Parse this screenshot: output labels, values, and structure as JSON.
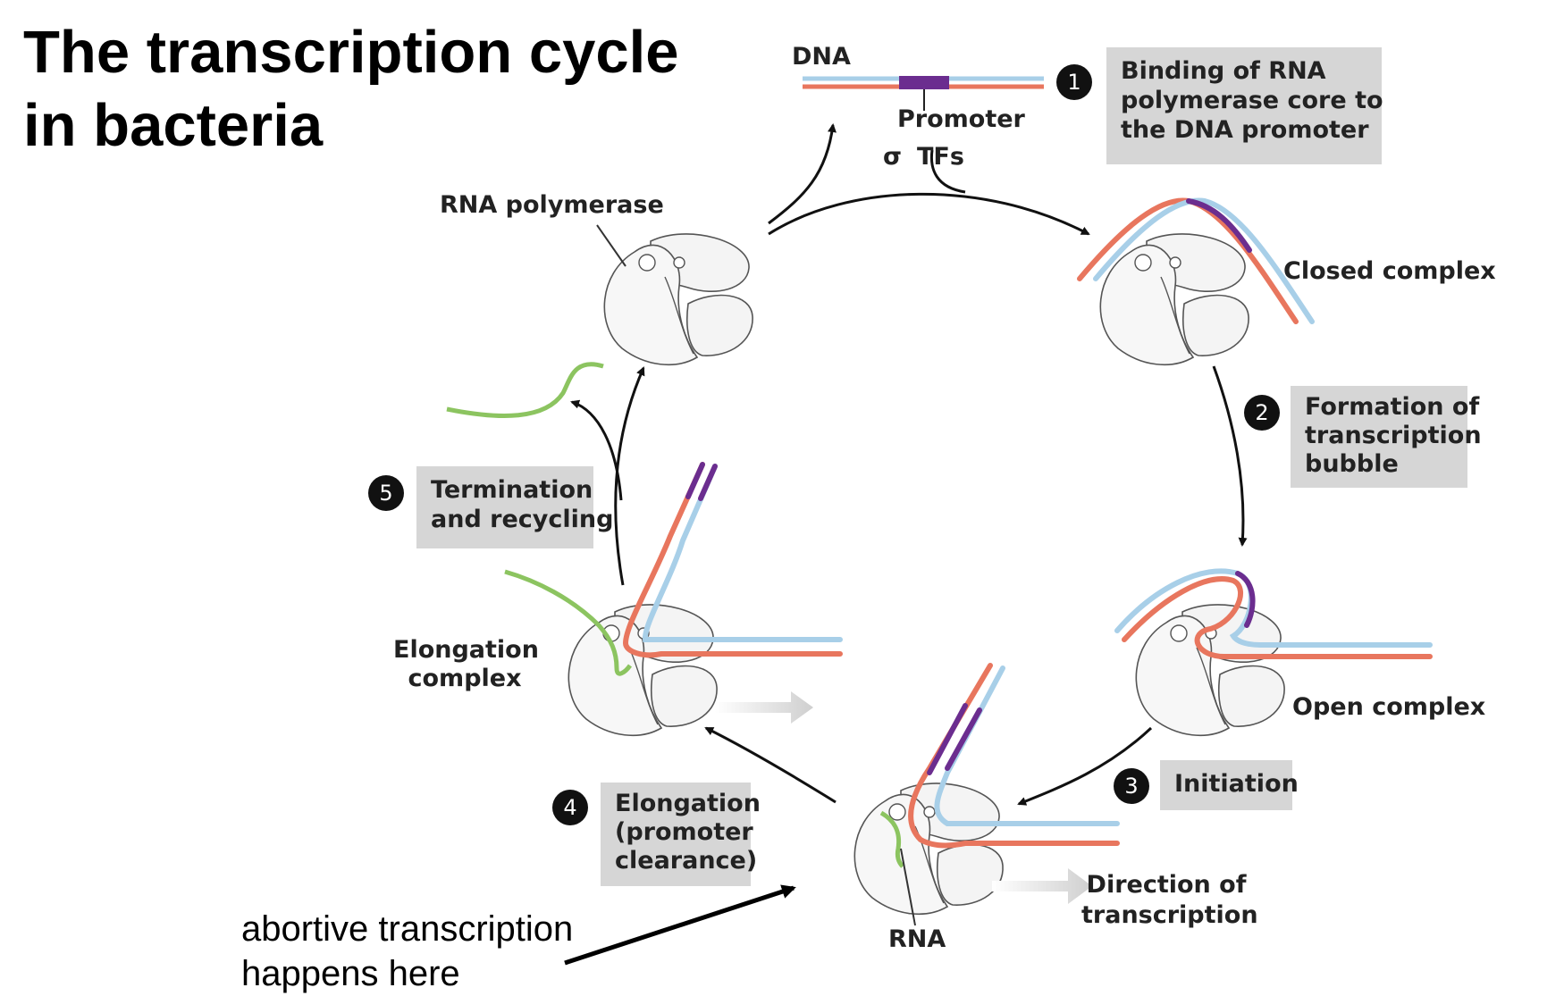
{
  "title": {
    "line1": "The transcription cycle",
    "line2": "in bacteria"
  },
  "note": {
    "line1": "abortive transcription",
    "line2": "happens here"
  },
  "labels": {
    "dna": "DNA",
    "promoter": "Promoter",
    "sigma": "σ",
    "tfs": "TFs",
    "rna_polymerase": "RNA polymerase",
    "closed_complex": "Closed complex",
    "open_complex": "Open complex",
    "elongation_complex": {
      "line1": "Elongation",
      "line2": "complex"
    },
    "rna": "RNA",
    "direction": {
      "line1": "Direction of",
      "line2": "transcription"
    }
  },
  "steps": [
    {
      "number": "1",
      "lines": [
        "Binding of RNA",
        "polymerase core to",
        "the DNA promoter"
      ]
    },
    {
      "number": "2",
      "lines": [
        "Formation of",
        "transcription",
        "bubble"
      ]
    },
    {
      "number": "3",
      "lines": [
        "Initiation"
      ]
    },
    {
      "number": "4",
      "lines": [
        "Elongation",
        "(promoter",
        "clearance)"
      ]
    },
    {
      "number": "5",
      "lines": [
        "Termination",
        "and recycling"
      ]
    }
  ],
  "colors": {
    "template_strand": "#e8765e",
    "coding_strand": "#a8cfe8",
    "promoter": "#6b2d8f",
    "rna": "#8cc460",
    "step_box": "#d6d6d6",
    "arrow": "#111111"
  }
}
